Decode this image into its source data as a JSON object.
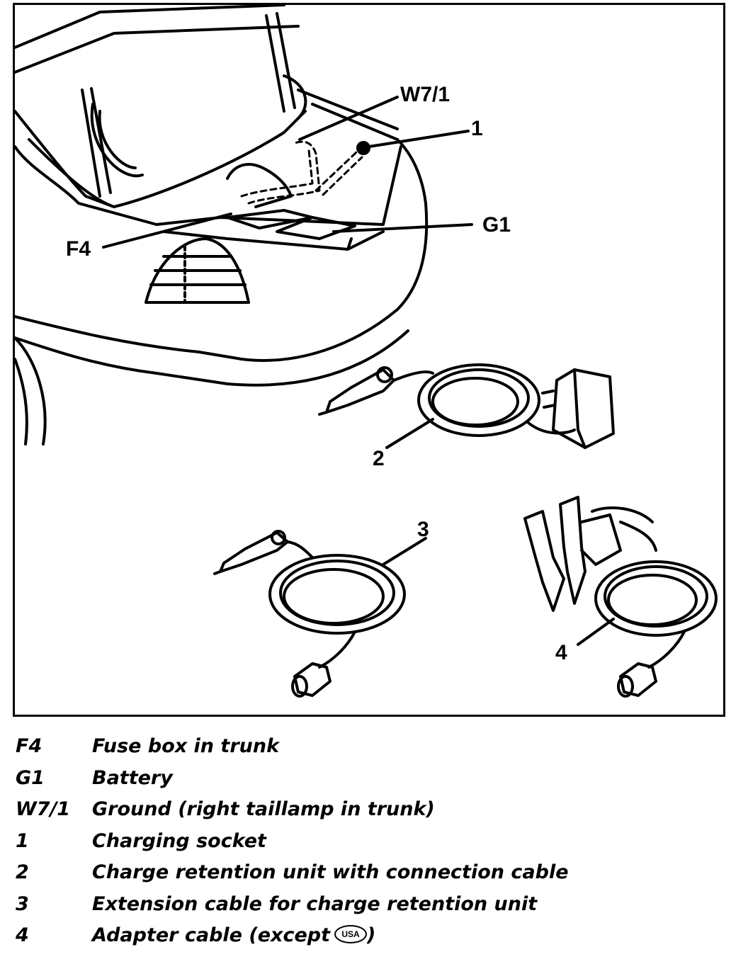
{
  "callouts": {
    "w7_1": "W7/1",
    "one": "1",
    "g1": "G1",
    "f4": "F4",
    "two": "2",
    "three": "3",
    "four": "4"
  },
  "legend": [
    {
      "code": "F4",
      "description": "Fuse box in trunk"
    },
    {
      "code": "G1",
      "description": "Battery"
    },
    {
      "code": "W7/1",
      "description": "Ground (right taillamp in trunk)"
    },
    {
      "code": "1",
      "description": "Charging socket"
    },
    {
      "code": "2",
      "description": "Charge retention unit with connection cable"
    },
    {
      "code": "3",
      "description": "Extension cable for charge retention unit"
    },
    {
      "code": "4",
      "description": "Adapter cable (except",
      "suffix": ")",
      "badge": "USA"
    }
  ]
}
